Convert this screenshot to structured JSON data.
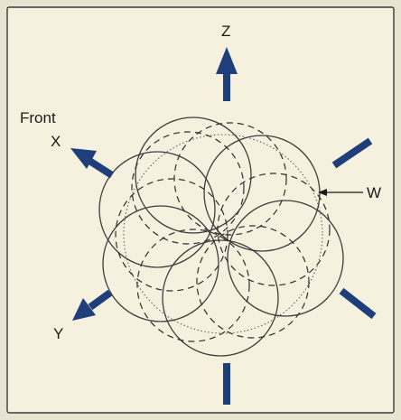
{
  "labels": {
    "z_axis": "Z",
    "x_front": "Front",
    "x_axis": "X",
    "y_axis": "Y",
    "w_channel": "W"
  },
  "colors": {
    "arrow": "#1f3f7a",
    "background": "#f6f0de",
    "line": "#3c3c3c"
  }
}
